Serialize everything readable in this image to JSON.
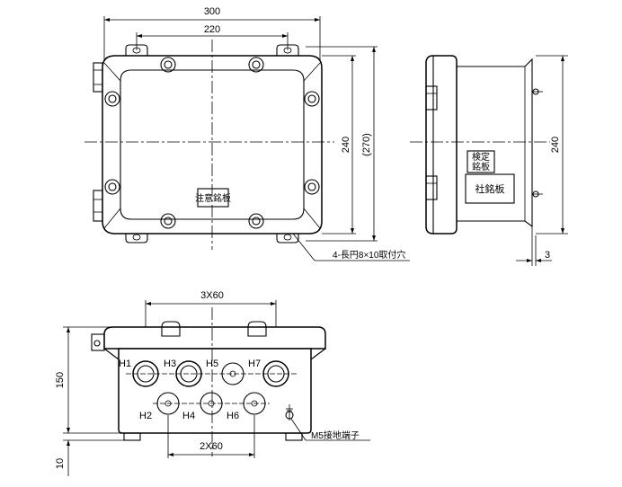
{
  "top_view": {
    "dim_overall_width": "300",
    "dim_mount_width": "220",
    "dim_height": "240",
    "dim_overall_height": "(270)",
    "caution_plate_label": "注意銘板",
    "mount_hole_note": "4-長円8×10取付穴"
  },
  "side_view": {
    "dim_height": "240",
    "dim_thickness": "3",
    "inspection_plate_label": "検定\n銘板",
    "company_plate_label": "社銘板"
  },
  "bottom_view": {
    "dim_upper_pitch": "3X60",
    "dim_lower_pitch": "2X60",
    "dim_height": "150",
    "dim_foot": "10",
    "ground_terminal_note": "M5接地端子",
    "holes": [
      {
        "label": "H1"
      },
      {
        "label": "H3"
      },
      {
        "label": "H5"
      },
      {
        "label": "H7"
      },
      {
        "label": "H2"
      },
      {
        "label": "H4"
      },
      {
        "label": "H6"
      }
    ]
  }
}
